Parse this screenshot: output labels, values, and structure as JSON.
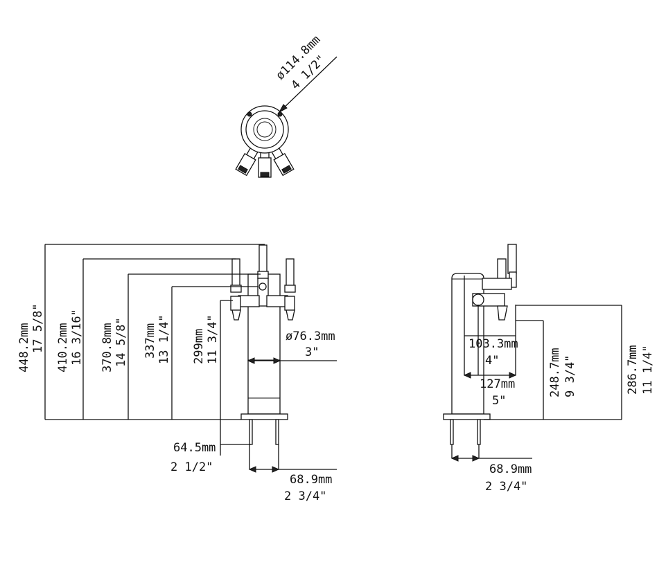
{
  "top_view": {
    "diameter_mm": "ø114.8mm",
    "diameter_in": "4 1/2\""
  },
  "front_view": {
    "height_total_mm": "448.2mm",
    "height_total_in": "17 5/8\"",
    "height_center_tap_mm": "410.2mm",
    "height_center_tap_in": "16 3/16\"",
    "height_side_tap_mm": "370.8mm",
    "height_side_tap_in": "14 5/8\"",
    "height_top_mm": "337mm",
    "height_top_in": "13 1/4\"",
    "height_spout_mm": "299mm",
    "height_spout_in": "11 3/4\"",
    "column_diameter_mm": "ø76.3mm",
    "column_diameter_in": "3\"",
    "shank_length_mm": "64.5mm",
    "shank_length_in": "2 1/2\"",
    "shank_spacing_mm": "68.9mm",
    "shank_spacing_in": "2 3/4\""
  },
  "side_view": {
    "depth_spout_mm": "103.3mm",
    "depth_spout_in": "4\"",
    "depth_total_mm": "127mm",
    "depth_total_in": "5\"",
    "height_spout_mm": "248.7mm",
    "height_spout_in": "9 3/4\"",
    "height_faucet_mm": "286.7mm",
    "height_faucet_in": "11 1/4\"",
    "shank_spacing_mm": "68.9mm",
    "shank_spacing_in": "2 3/4\""
  }
}
